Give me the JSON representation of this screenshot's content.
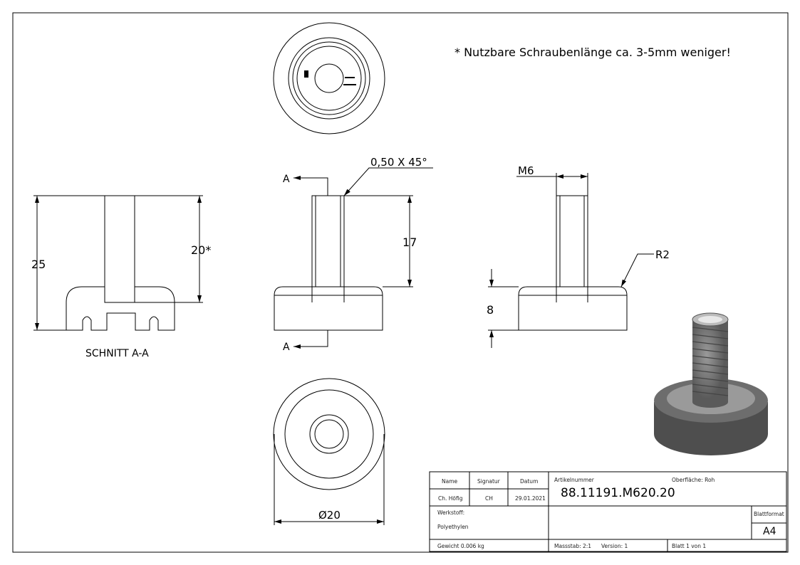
{
  "note": "* Nutzbare Schraubenlänge ca. 3-5mm weniger!",
  "dims": {
    "chamfer": "0,50 X 45°",
    "section_a": "A",
    "len17": "17",
    "thread": "M6",
    "radius": "R2",
    "height8": "8",
    "len25": "25",
    "len20": "20*",
    "dia": "Ø20"
  },
  "section_label": "SCHNITT A-A",
  "title_block": {
    "name_h": "Name",
    "sig_h": "Signatur",
    "date_h": "Datum",
    "name": "Ch. Höfig",
    "sig": "CH",
    "date": "29.01.2021",
    "article_h": "Artikelnummer",
    "surface": "Oberfläche:  Roh",
    "article": "88.11191.M620.20",
    "material_h": "Werkstoff:",
    "material": "Polyethylen",
    "format_h": "Blattformat",
    "format": "A4",
    "weight": "Gewicht 0.006 kg",
    "scale": "Massstab: 2:1",
    "version": "Version: 1",
    "sheet": "Blatt 1 von 1"
  }
}
